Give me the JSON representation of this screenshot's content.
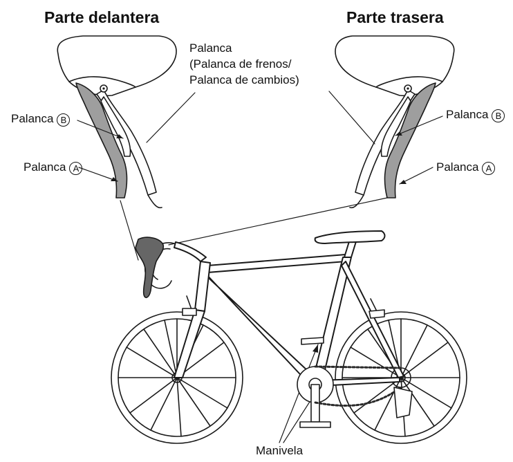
{
  "titles": {
    "front": "Parte delantera",
    "rear": "Parte trasera"
  },
  "labels": {
    "lever_main": [
      "Palanca",
      "(Palanca de frenos/",
      "Palanca de cambios)"
    ],
    "lever_word": "Palanca",
    "lever_b_letter": "B",
    "lever_a_letter": "A",
    "crank": "Manivela"
  },
  "colors": {
    "line": "#1a1a1a",
    "lever_fill": "#9e9e9e",
    "dark_lever_fill": "#666666",
    "chain": "#2a2a2a"
  }
}
